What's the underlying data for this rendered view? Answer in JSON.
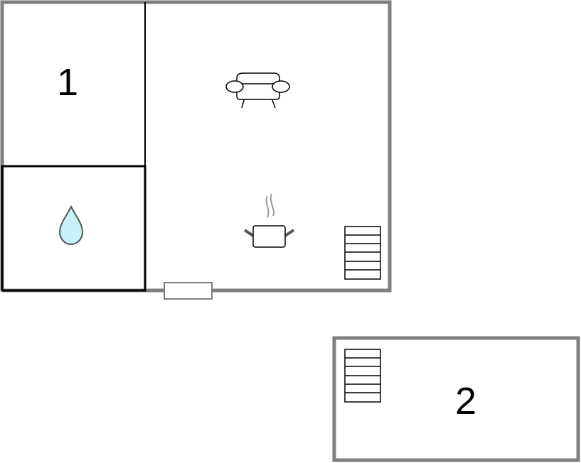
{
  "floor_plan": {
    "rooms": [
      {
        "id": "bedroom",
        "label": "1"
      },
      {
        "id": "bathroom",
        "label": ""
      },
      {
        "id": "living-kitchen",
        "label": ""
      }
    ],
    "upper_floor": {
      "label": "2"
    },
    "icons": [
      "sofa-icon",
      "water-drop-icon",
      "cooking-pot-icon",
      "stairs-icon",
      "stairs-icon",
      "door-icon"
    ],
    "colors": {
      "outer_wall": "#7f7f7f",
      "inner_wall": "#000000",
      "water": "#c6f1f9"
    }
  }
}
